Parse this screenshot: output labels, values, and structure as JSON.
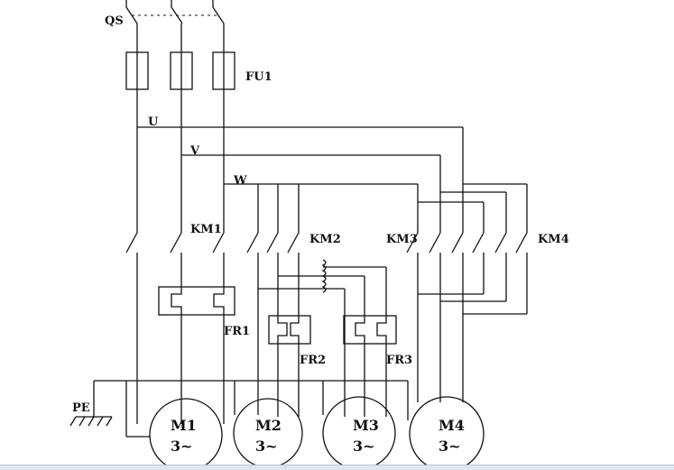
{
  "labels": {
    "qs": "QS",
    "fu1": "FU1",
    "u": "U",
    "v": "V",
    "w": "W",
    "km1": "KM1",
    "km2": "KM2",
    "km3": "KM3",
    "km4": "KM4",
    "fr1": "FR1",
    "fr2": "FR2",
    "fr3": "FR3",
    "pe": "PE"
  },
  "motors": [
    {
      "name": "M1",
      "phase": "3~"
    },
    {
      "name": "M2",
      "phase": "3~"
    },
    {
      "name": "M3",
      "phase": "3~"
    },
    {
      "name": "M4",
      "phase": "3~"
    }
  ]
}
